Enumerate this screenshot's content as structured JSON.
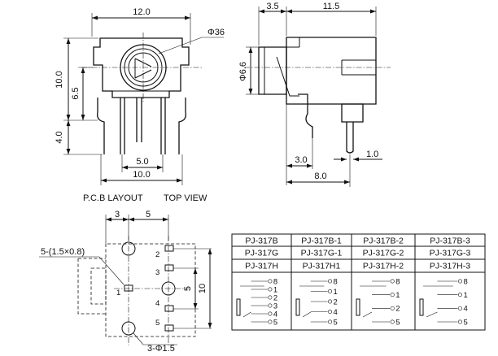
{
  "front_view": {
    "dims": {
      "width": "12.0",
      "diameter": "Φ36",
      "height": "10.0",
      "center_height": "6.5",
      "pin_length": "4.0",
      "inner_pitch": "5.0",
      "outer_pitch": "10.0"
    }
  },
  "side_view": {
    "dims": {
      "front_length": "3.5",
      "body_length": "11.5",
      "barrel_diameter": "Φ6.6",
      "pin_offset": "3.0",
      "pin_width": "1.0",
      "overall_depth": "8.0"
    }
  },
  "captions": {
    "pcb_layout": "P.C.B LAYOUT",
    "top_view": "TOP VIEW"
  },
  "pcb_layout": {
    "dims": {
      "col_a": "3",
      "col_b": "5",
      "slot_note": "5-(1.5×0.8)",
      "pitch": "5",
      "total": "10",
      "hole_note": "3-Φ1.5"
    },
    "pin_numbers": [
      "2",
      "3",
      "1",
      "4",
      "5"
    ]
  },
  "model_table": {
    "rows": [
      [
        "PJ-317B",
        "PJ-317B-1",
        "PJ-317B-2",
        "PJ-317B-3"
      ],
      [
        "PJ-317G",
        "PJ-317G-1",
        "PJ-317G-2",
        "PJ-317G-3"
      ],
      [
        "PJ-317H",
        "PJ-317H1",
        "PJ-317H-2",
        "PJ-317H-3"
      ]
    ],
    "schematic_pins": [
      [
        "8",
        "1",
        "2",
        "3",
        "4",
        "5"
      ],
      [
        "8",
        "1",
        "2",
        "4",
        "5"
      ],
      [
        "8",
        "1",
        "2",
        "5"
      ],
      [
        "8",
        "1",
        "4",
        "5"
      ]
    ]
  }
}
